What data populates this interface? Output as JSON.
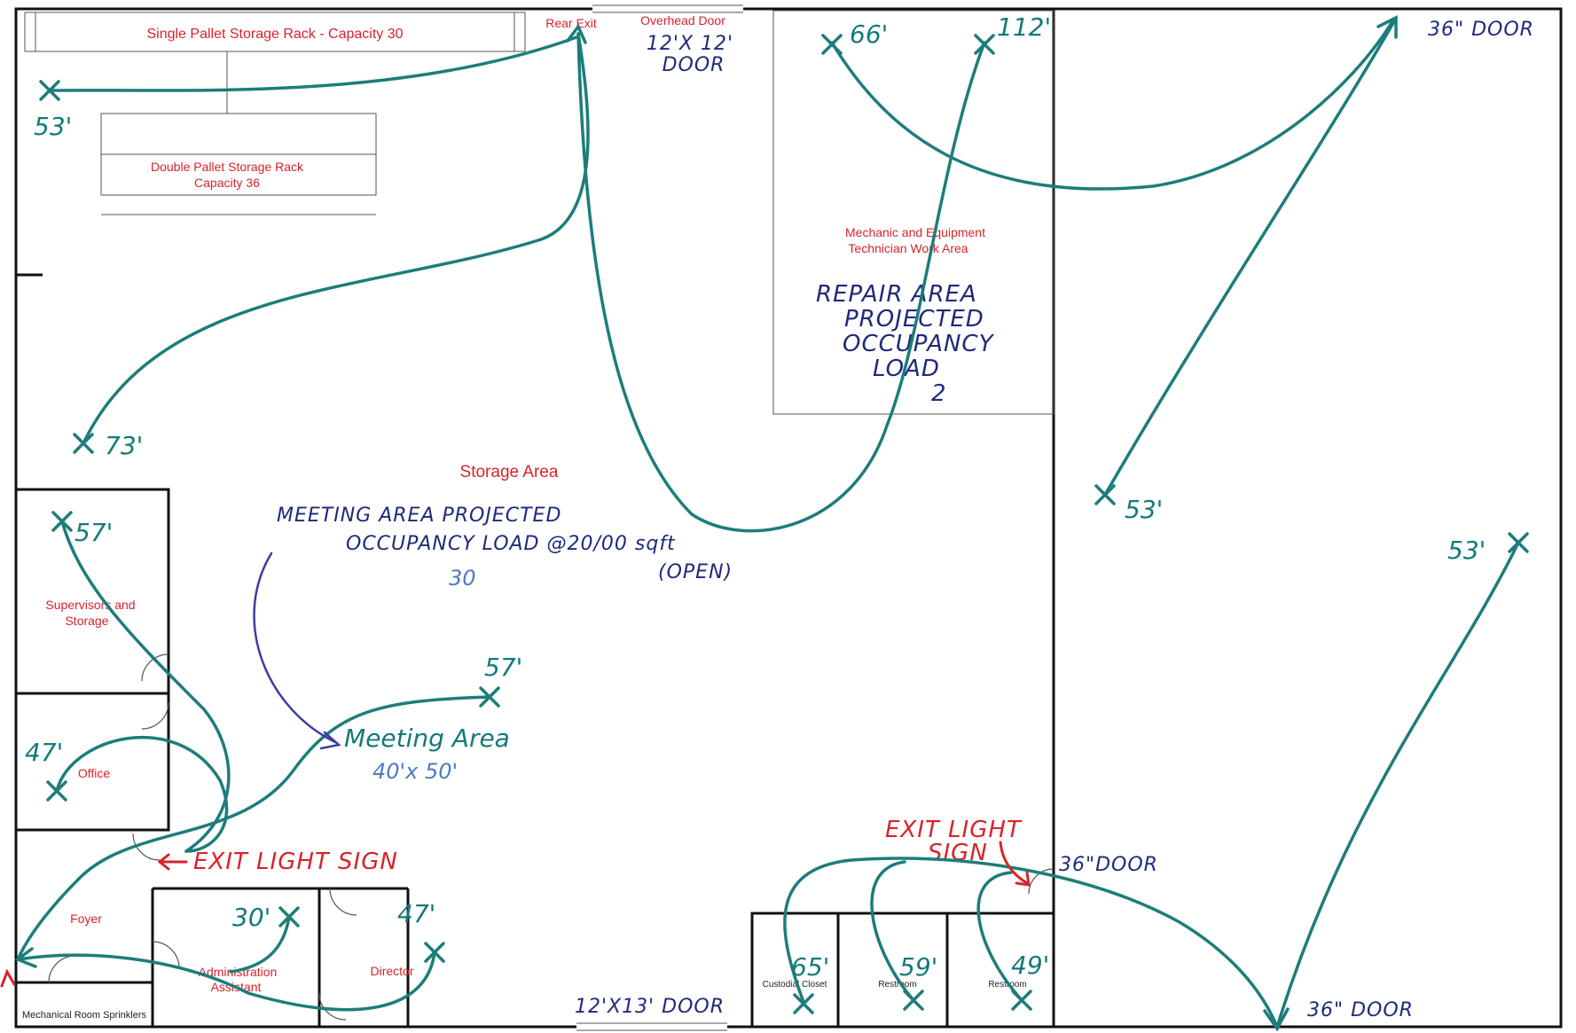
{
  "labels": {
    "single_rack": "Single Pallet Storage Rack - Capacity 30",
    "double_rack_1": "Double Pallet Storage Rack",
    "double_rack_2": "Capacity 36",
    "rear_exit": "Rear Exit",
    "overhead_door": "Overhead Door",
    "mechanic_1": "Mechanic and Equipment",
    "mechanic_2": "Technician Work Area",
    "storage_area": "Storage Area",
    "supervisors_1": "Supervisors and",
    "supervisors_2": "Storage",
    "office": "Office",
    "foyer": "Foyer",
    "admin_1": "Administration",
    "admin_2": "Assistant",
    "director": "Director",
    "mechanical_room": "Mechanical Room Sprinklers",
    "custodial": "Custodial Closet",
    "restroom_1": "Restroom",
    "restroom_2": "Restroom"
  },
  "handwritten": {
    "overhead_size_1": "12'X 12'",
    "overhead_size_2": "DOOR",
    "door_36_top": "36\" DOOR",
    "door_36_mid": "36\"DOOR",
    "door_36_bottom": "36\" DOOR",
    "door_12x13": "12'X13' DOOR",
    "repair_1": "REPAIR AREA",
    "repair_2": "PROJECTED",
    "repair_3": "OCCUPANCY",
    "repair_4": "LOAD",
    "repair_5": "2",
    "meeting_proj_1": "MEETING AREA PROJECTED",
    "meeting_proj_2": "OCCUPANCY LOAD @20/00 sqft",
    "meeting_proj_3": "30",
    "meeting_proj_4": "(OPEN)",
    "meeting_area": "Meeting Area",
    "meeting_size": "40'x 50'",
    "exit_sign_left": "EXIT LIGHT SIGN",
    "exit_sign_right_1": "EXIT LIGHT",
    "exit_sign_right_2": "SIGN"
  },
  "distances": {
    "d_53_top_left": "53'",
    "d_73": "73'",
    "d_66": "66'",
    "d_112": "112'",
    "d_53_mid_right": "53'",
    "d_53_far_right": "53'",
    "d_57_supervisors": "57'",
    "d_57_meeting": "57'",
    "d_47_office": "47'",
    "d_30_admin": "30'",
    "d_47_director": "47'",
    "d_65": "65'",
    "d_59": "59'",
    "d_49": "49'"
  },
  "colors": {
    "route": "#1d7d7b",
    "room_label": "#d8232a",
    "annotation": "#1f2a7a"
  }
}
